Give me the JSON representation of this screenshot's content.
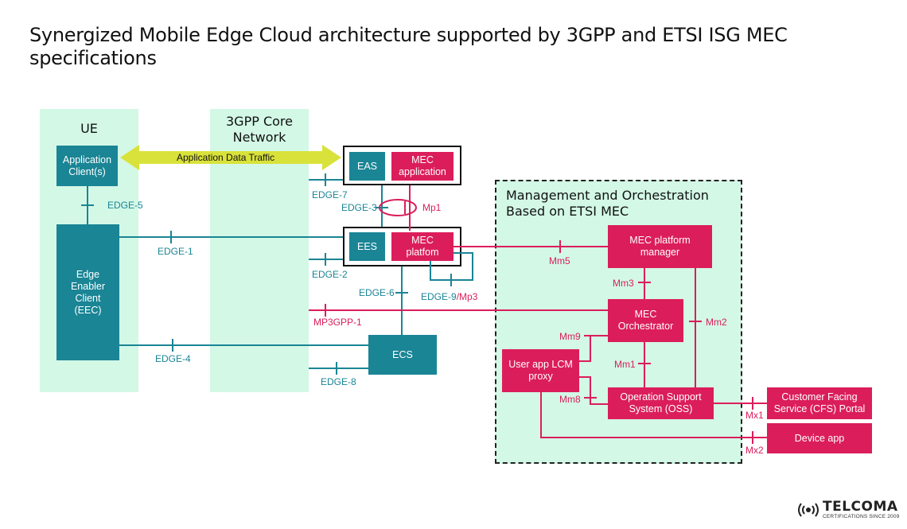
{
  "title": "Synergized Mobile Edge Cloud architecture supported by 3GPP and ETSI ISG MEC specifications",
  "panels": {
    "ue": "UE",
    "core": "3GPP Core Network",
    "mgmt": "Management and Orchestration Based on ETSI MEC"
  },
  "boxes": {
    "app_client": "Application Client(s)",
    "eec": "Edge Enabler Client (EEC)",
    "eas": "EAS",
    "mec_app": "MEC application",
    "ees": "EES",
    "mec_platform": "MEC platfom",
    "ecs": "ECS",
    "mec_pm": "MEC platform manager",
    "mec_orch": "MEC Orchestrator",
    "user_app_lcm": "User app LCM proxy",
    "oss": "Operation Support System (OSS)",
    "cfs_portal": "Customer Facing Service (CFS) Portal",
    "device_app": "Device app"
  },
  "arrow_label": "Application Data Traffic",
  "interfaces": {
    "edge1": "EDGE-1",
    "edge2": "EDGE-2",
    "edge3": "EDGE-3",
    "edge4": "EDGE-4",
    "edge5": "EDGE-5",
    "edge6": "EDGE-6",
    "edge7": "EDGE-7",
    "edge8": "EDGE-8",
    "edge9": "EDGE-9",
    "mp3": "/Mp3",
    "mp1": "Mp1",
    "mp3gpp1": "MP3GPP-1",
    "mm1": "Mm1",
    "mm2": "Mm2",
    "mm3": "Mm3",
    "mm5": "Mm5",
    "mm8": "Mm8",
    "mm9": "Mm9",
    "mx1": "Mx1",
    "mx2": "Mx2"
  },
  "logo": {
    "name": "TELCOMA",
    "tagline": "CERTIFICATIONS SINCE 2009"
  },
  "colors": {
    "teal": "#1a8595",
    "pink": "#db1e5b",
    "mint": "#d3f8e6",
    "arrow": "#d9e23a"
  }
}
